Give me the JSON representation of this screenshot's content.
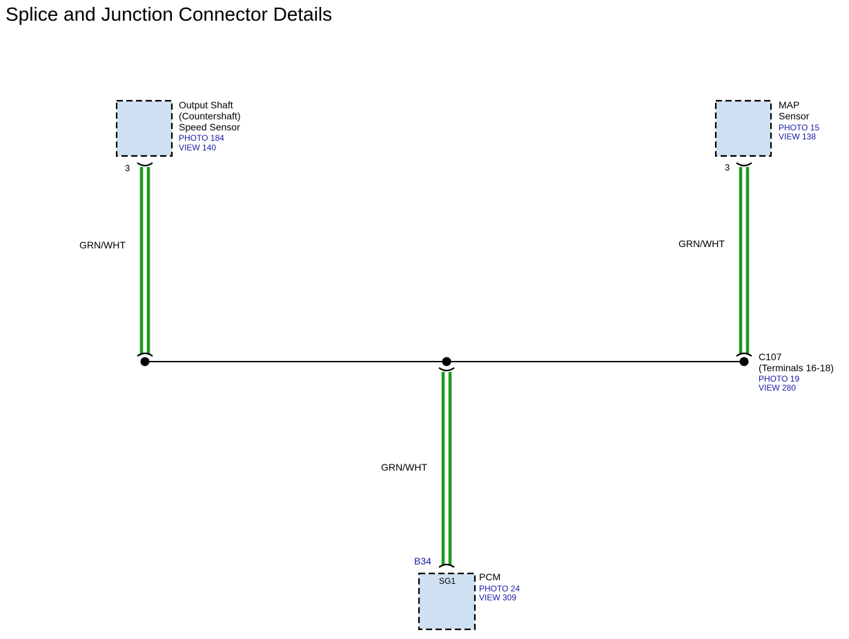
{
  "title": "Splice and Junction Connector Details",
  "components": {
    "oss": {
      "name_lines": [
        "Output Shaft",
        "(Countershaft)",
        "Speed Sensor"
      ],
      "photo": "PHOTO 184",
      "view": "VIEW 140",
      "pin": "3"
    },
    "map": {
      "name_lines": [
        "MAP",
        "Sensor"
      ],
      "photo": "PHOTO 15",
      "view": "VIEW 138",
      "pin": "3"
    },
    "c107": {
      "name_lines": [
        "C107",
        "(Terminals 16-18)"
      ],
      "photo": "PHOTO 19",
      "view": "VIEW 280"
    },
    "pcm": {
      "name": "PCM",
      "photo": "PHOTO 24",
      "view": "VIEW 309",
      "connector": "B34",
      "pin": "SG1"
    }
  },
  "wires": {
    "left": "GRN/WHT",
    "right": "GRN/WHT",
    "bottom": "GRN/WHT"
  },
  "colors": {
    "component_fill": "#cfe0f2",
    "wire_green": "#1d9a1d",
    "reference_text": "#1a1aa8"
  }
}
